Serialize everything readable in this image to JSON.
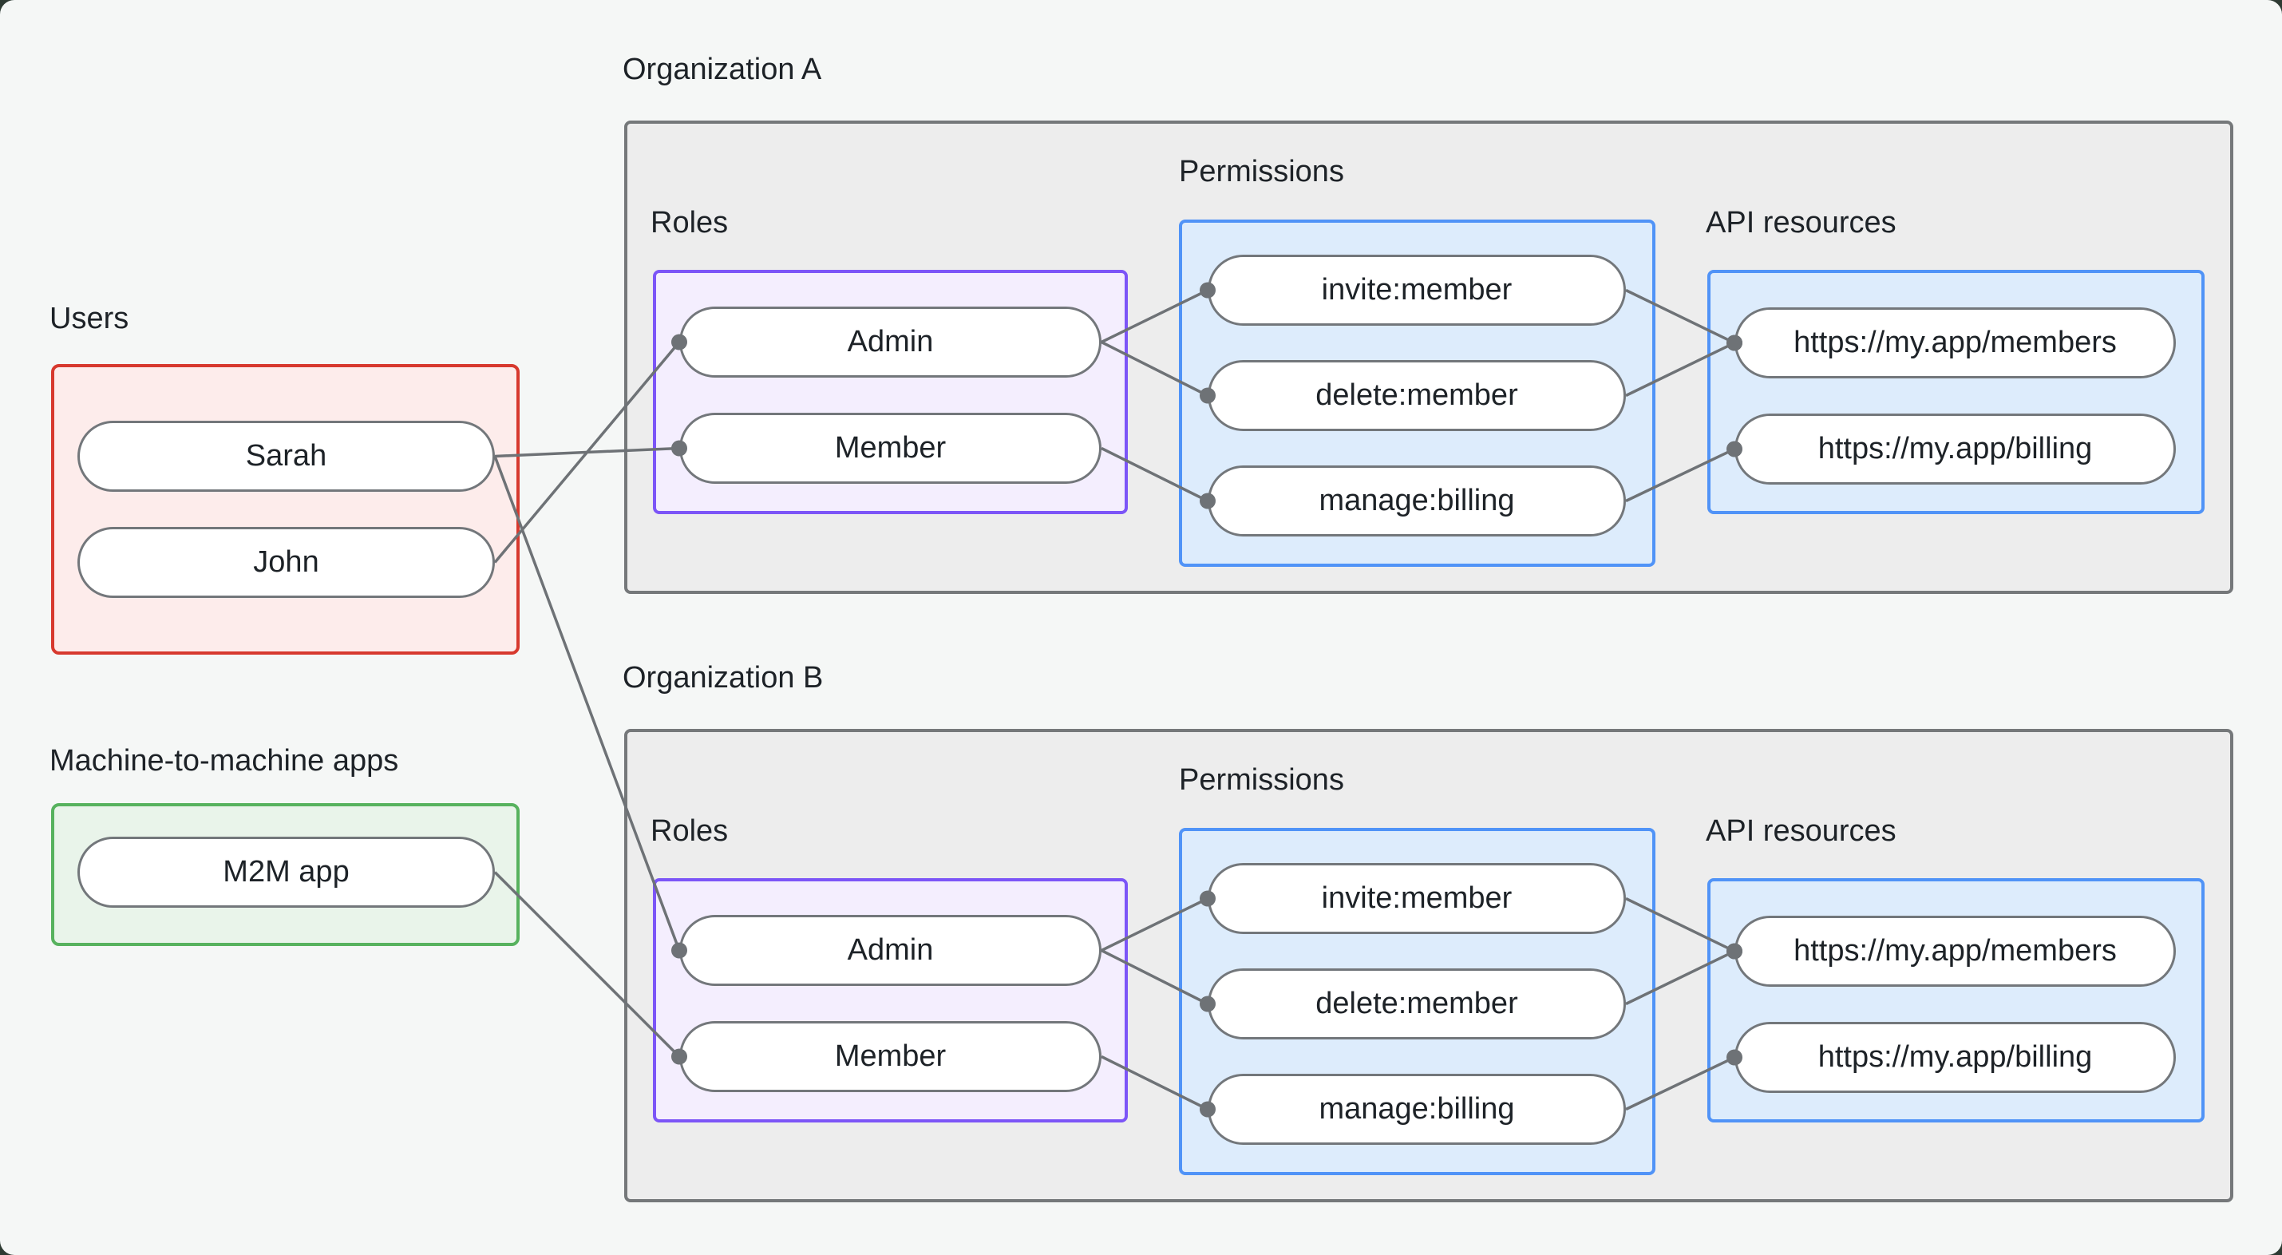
{
  "diagram": {
    "users": {
      "title": "Users",
      "nodes": [
        {
          "id": "sarah",
          "label": "Sarah"
        },
        {
          "id": "john",
          "label": "John"
        }
      ]
    },
    "m2m": {
      "title": "Machine-to-machine apps",
      "nodes": [
        {
          "id": "m2m-app",
          "label": "M2M app"
        }
      ]
    },
    "orgs": [
      {
        "title": "Organization A",
        "roles": {
          "title": "Roles",
          "nodes": [
            {
              "id": "a-admin",
              "label": "Admin"
            },
            {
              "id": "a-member",
              "label": "Member"
            }
          ]
        },
        "permissions": {
          "title": "Permissions",
          "nodes": [
            {
              "id": "a-invite",
              "label": "invite:member"
            },
            {
              "id": "a-delete",
              "label": "delete:member"
            },
            {
              "id": "a-manage",
              "label": "manage:billing"
            }
          ]
        },
        "api": {
          "title": "API resources",
          "nodes": [
            {
              "id": "a-members",
              "label": "https://my.app/members"
            },
            {
              "id": "a-billing",
              "label": "https://my.app/billing"
            }
          ]
        }
      },
      {
        "title": "Organization B",
        "roles": {
          "title": "Roles",
          "nodes": [
            {
              "id": "b-admin",
              "label": "Admin"
            },
            {
              "id": "b-member",
              "label": "Member"
            }
          ]
        },
        "permissions": {
          "title": "Permissions",
          "nodes": [
            {
              "id": "b-invite",
              "label": "invite:member"
            },
            {
              "id": "b-delete",
              "label": "delete:member"
            },
            {
              "id": "b-manage",
              "label": "manage:billing"
            }
          ]
        },
        "api": {
          "title": "API resources",
          "nodes": [
            {
              "id": "b-members",
              "label": "https://my.app/members"
            },
            {
              "id": "b-billing",
              "label": "https://my.app/billing"
            }
          ]
        }
      }
    ],
    "edges": [
      {
        "from": "sarah",
        "to": "a-member"
      },
      {
        "from": "john",
        "to": "a-admin"
      },
      {
        "from": "sarah",
        "to": "b-admin"
      },
      {
        "from": "m2m-app",
        "to": "b-member"
      },
      {
        "from": "a-admin",
        "to": "a-invite"
      },
      {
        "from": "a-admin",
        "to": "a-delete"
      },
      {
        "from": "a-member",
        "to": "a-manage"
      },
      {
        "from": "a-invite",
        "to": "a-members"
      },
      {
        "from": "a-delete",
        "to": "a-members"
      },
      {
        "from": "a-manage",
        "to": "a-billing"
      },
      {
        "from": "b-admin",
        "to": "b-invite"
      },
      {
        "from": "b-admin",
        "to": "b-delete"
      },
      {
        "from": "b-member",
        "to": "b-manage"
      },
      {
        "from": "b-invite",
        "to": "b-members"
      },
      {
        "from": "b-delete",
        "to": "b-members"
      },
      {
        "from": "b-manage",
        "to": "b-billing"
      }
    ],
    "colors": {
      "background": "#f5f7f6",
      "text": "#1d2227",
      "org_fill": "#ededed",
      "org_border": "#75787a",
      "users_fill": "#fdeceb",
      "users_border": "#d7392e",
      "m2m_fill": "#e9f4ea",
      "m2m_border": "#57b25e",
      "roles_fill": "#f4eefe",
      "roles_border": "#7c55f7",
      "blue_fill": "#ddecfc",
      "blue_border": "#5093f7",
      "pill_border": "#73777b",
      "line": "#6e7276"
    }
  }
}
